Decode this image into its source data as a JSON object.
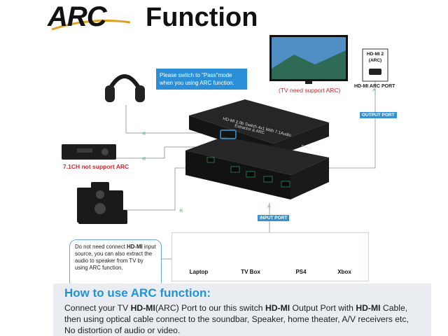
{
  "header": {
    "title_arc": "ARC",
    "title_function": "Function"
  },
  "callout": {
    "text": "Please switch to \"Pass\"mode when you using ARC function."
  },
  "tv": {
    "note": "(TV need support ARC)"
  },
  "hdmi_port": {
    "line1": "HD-MI 2",
    "line2": "(ARC)",
    "caption": "HD-MI ARC PORT"
  },
  "tags": {
    "output_port": "OUTPUT PORT",
    "input_port": "INPUT PORT"
  },
  "receiver": {
    "note": "7.1CH not support ARC"
  },
  "switch": {
    "brand_line": "HD-MI 2.0b Switch 4x1 With 7.1Audio",
    "brand_line2": "Extractor & ARC",
    "switch_label": "Switch"
  },
  "info_box": {
    "text_prefix": "Do not need connect ",
    "text_bold": "HD-MI",
    "text_suffix": " input source, you can also extract the audio to speaker from TV by using ARC function."
  },
  "devices": [
    {
      "label": "Laptop"
    },
    {
      "label": "TV Box"
    },
    {
      "label": "PS4"
    },
    {
      "label": "Xbox"
    }
  ],
  "how_to": {
    "title": "How to use ARC function:",
    "line1_parts": [
      "Connect your TV ",
      "HD-MI",
      "(ARC) Port to our this switch ",
      "HD-MI",
      " Output Port with ",
      "HD-MI",
      " Cable,"
    ],
    "line2": "then using optical cable connect to the soundbar, Speaker, home theater, A/V receivers etc,",
    "line3": "No distortion of audio or video."
  },
  "colors": {
    "accent_blue": "#1e93d8",
    "tag_blue": "#3a8fd0",
    "note_red": "#d0262b",
    "panel_bg": "#e9edf2",
    "arrow_green": "#3bb36b"
  }
}
